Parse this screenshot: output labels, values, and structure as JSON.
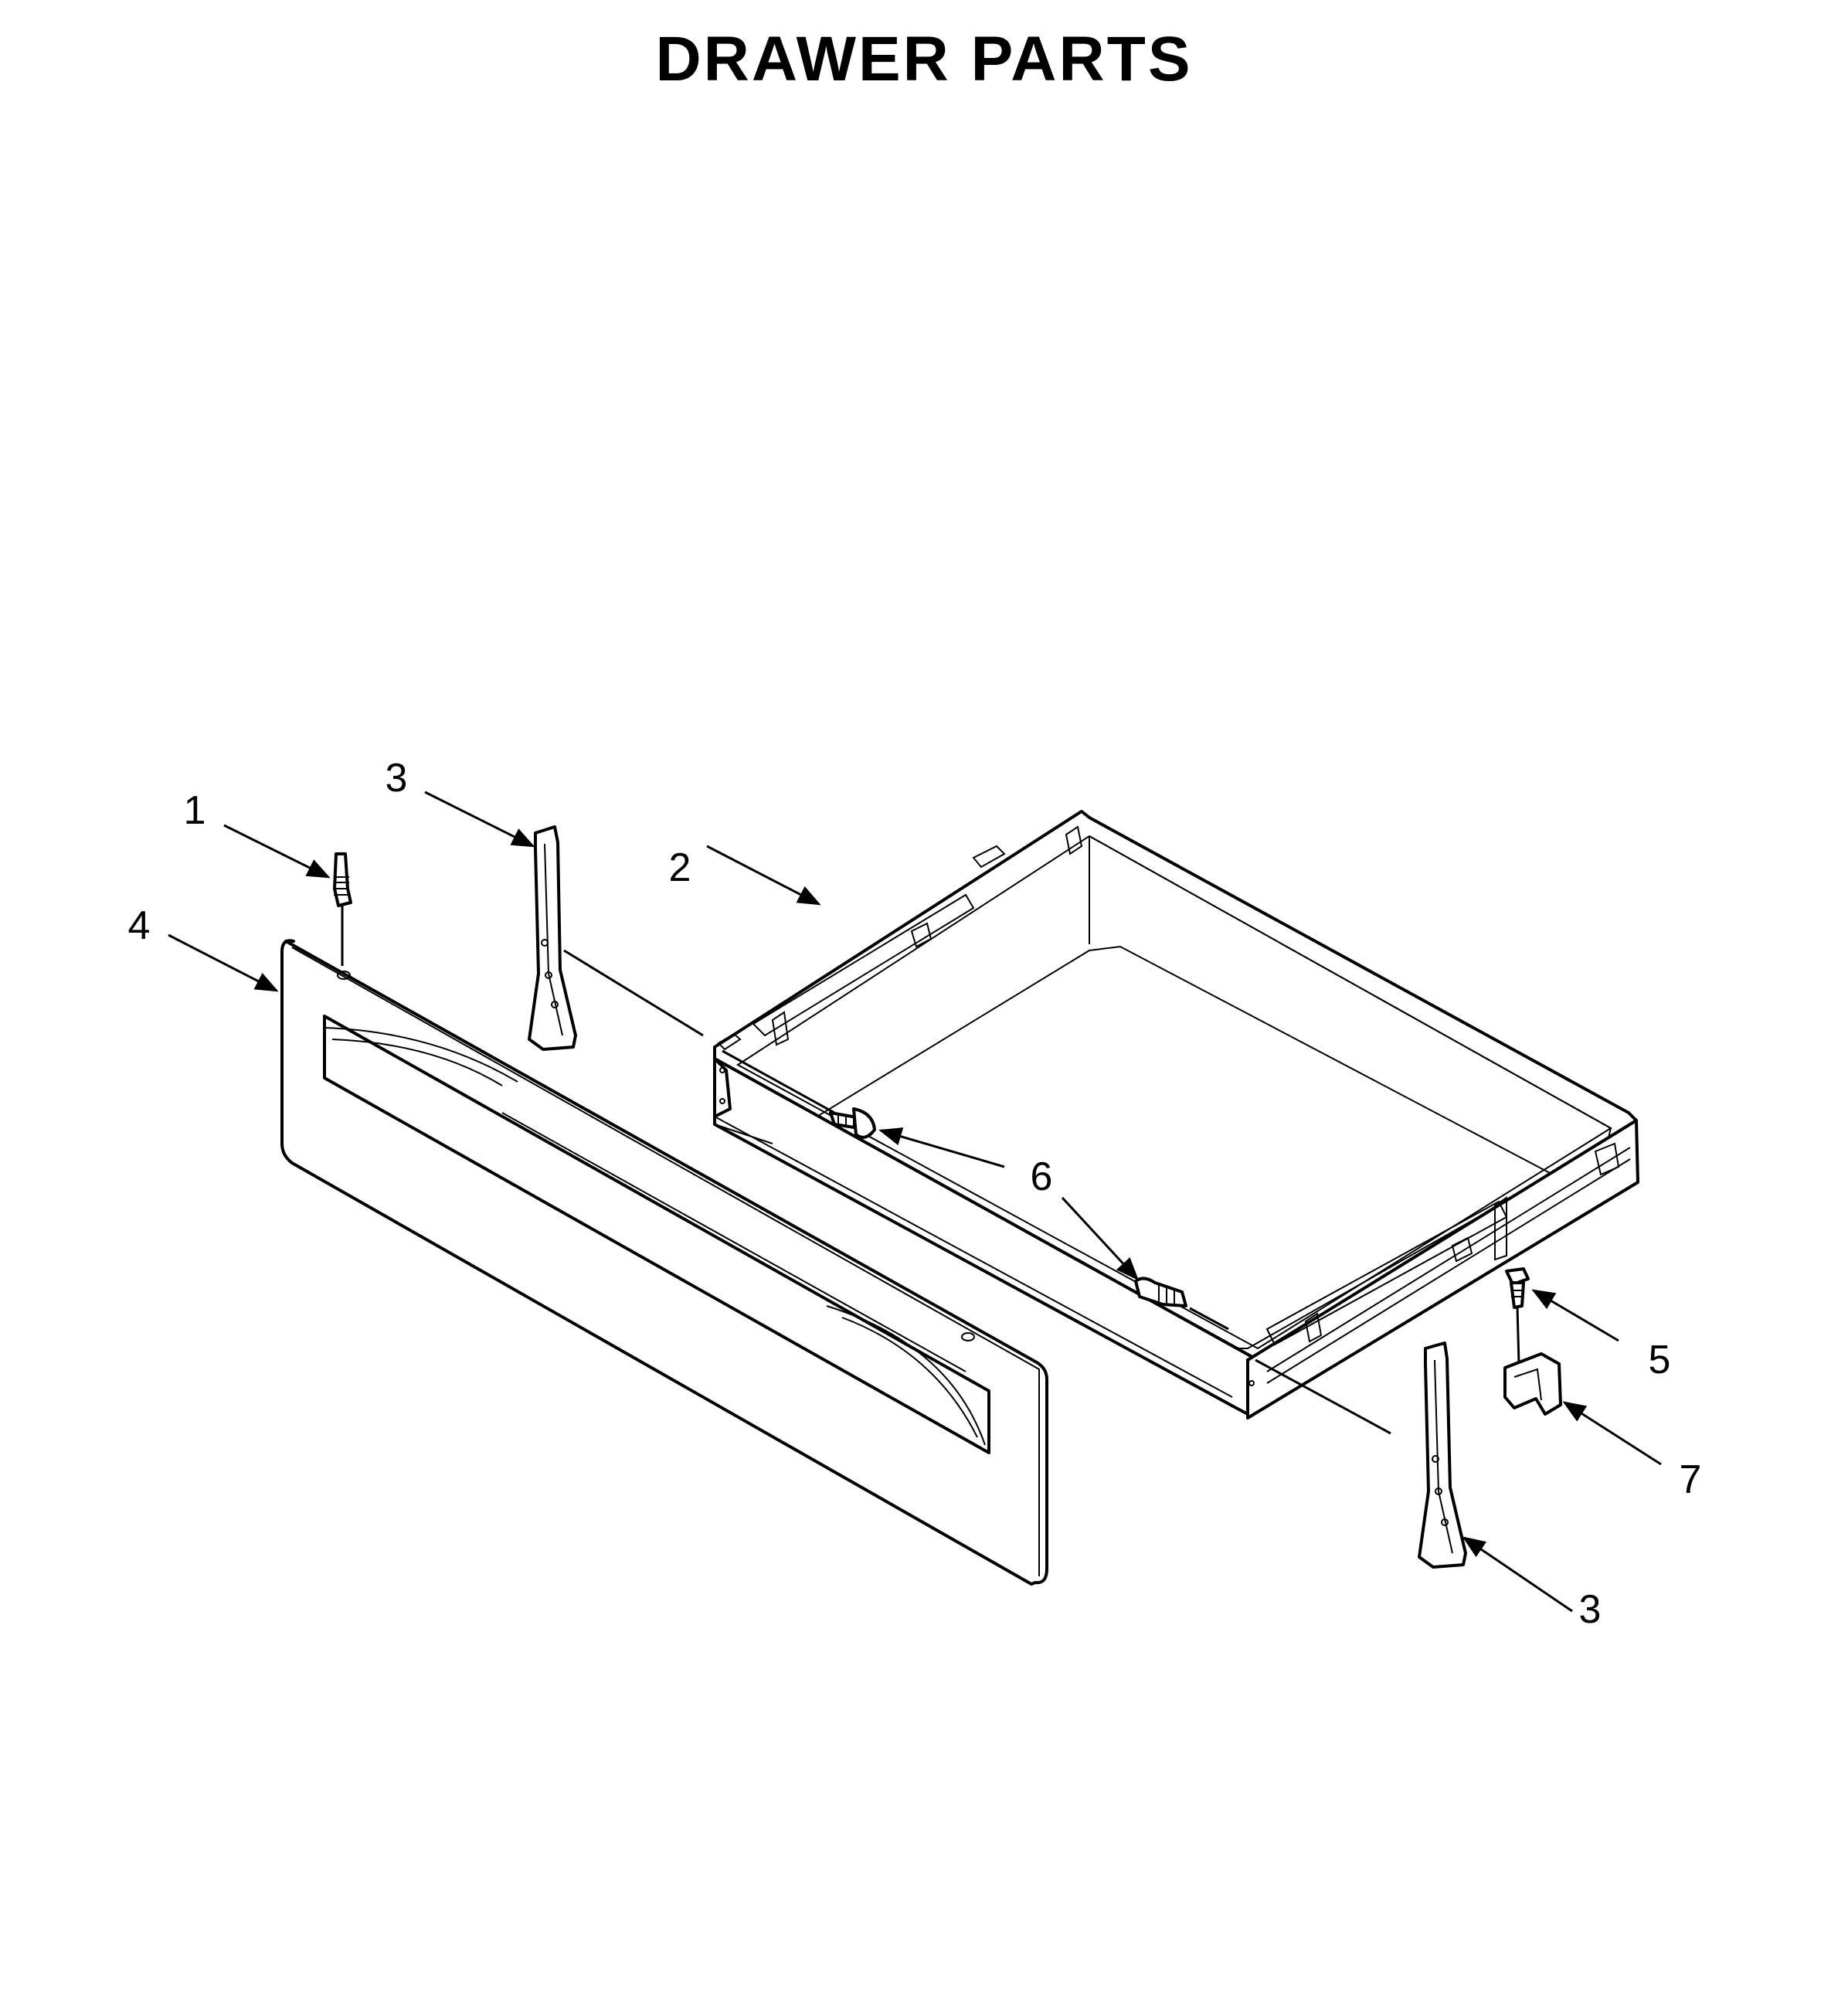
{
  "title": "DRAWER PARTS",
  "callouts": {
    "c1": "1",
    "c2": "2",
    "c3a": "3",
    "c3b": "3",
    "c4": "4",
    "c5": "5",
    "c6": "6",
    "c7": "7"
  }
}
